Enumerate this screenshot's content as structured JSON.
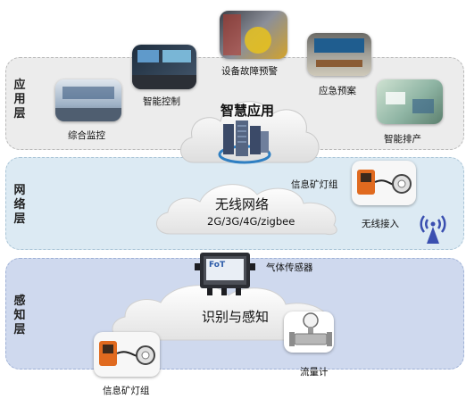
{
  "layers": {
    "application": {
      "title": "应用层"
    },
    "network": {
      "title": "网络层"
    },
    "sensing": {
      "title": "感知层"
    }
  },
  "application": {
    "cloud_label": "智慧应用",
    "nodes": {
      "monitor": "综合监控",
      "control": "智能控制",
      "fault": "设备故障预警",
      "emergency": "应急预案",
      "scheduling": "智能排产"
    }
  },
  "network": {
    "cloud_title": "无线网络",
    "cloud_subtitle": "2G/3G/4G/zigbee",
    "lamp_label": "信息矿灯组",
    "access_label": "无线接入"
  },
  "sensing": {
    "cloud_label": "识别与感知",
    "gas_label": "气体传感器",
    "flowmeter_label": "流量计",
    "lamp_label": "信息矿灯组",
    "device_brand": "FoT"
  }
}
